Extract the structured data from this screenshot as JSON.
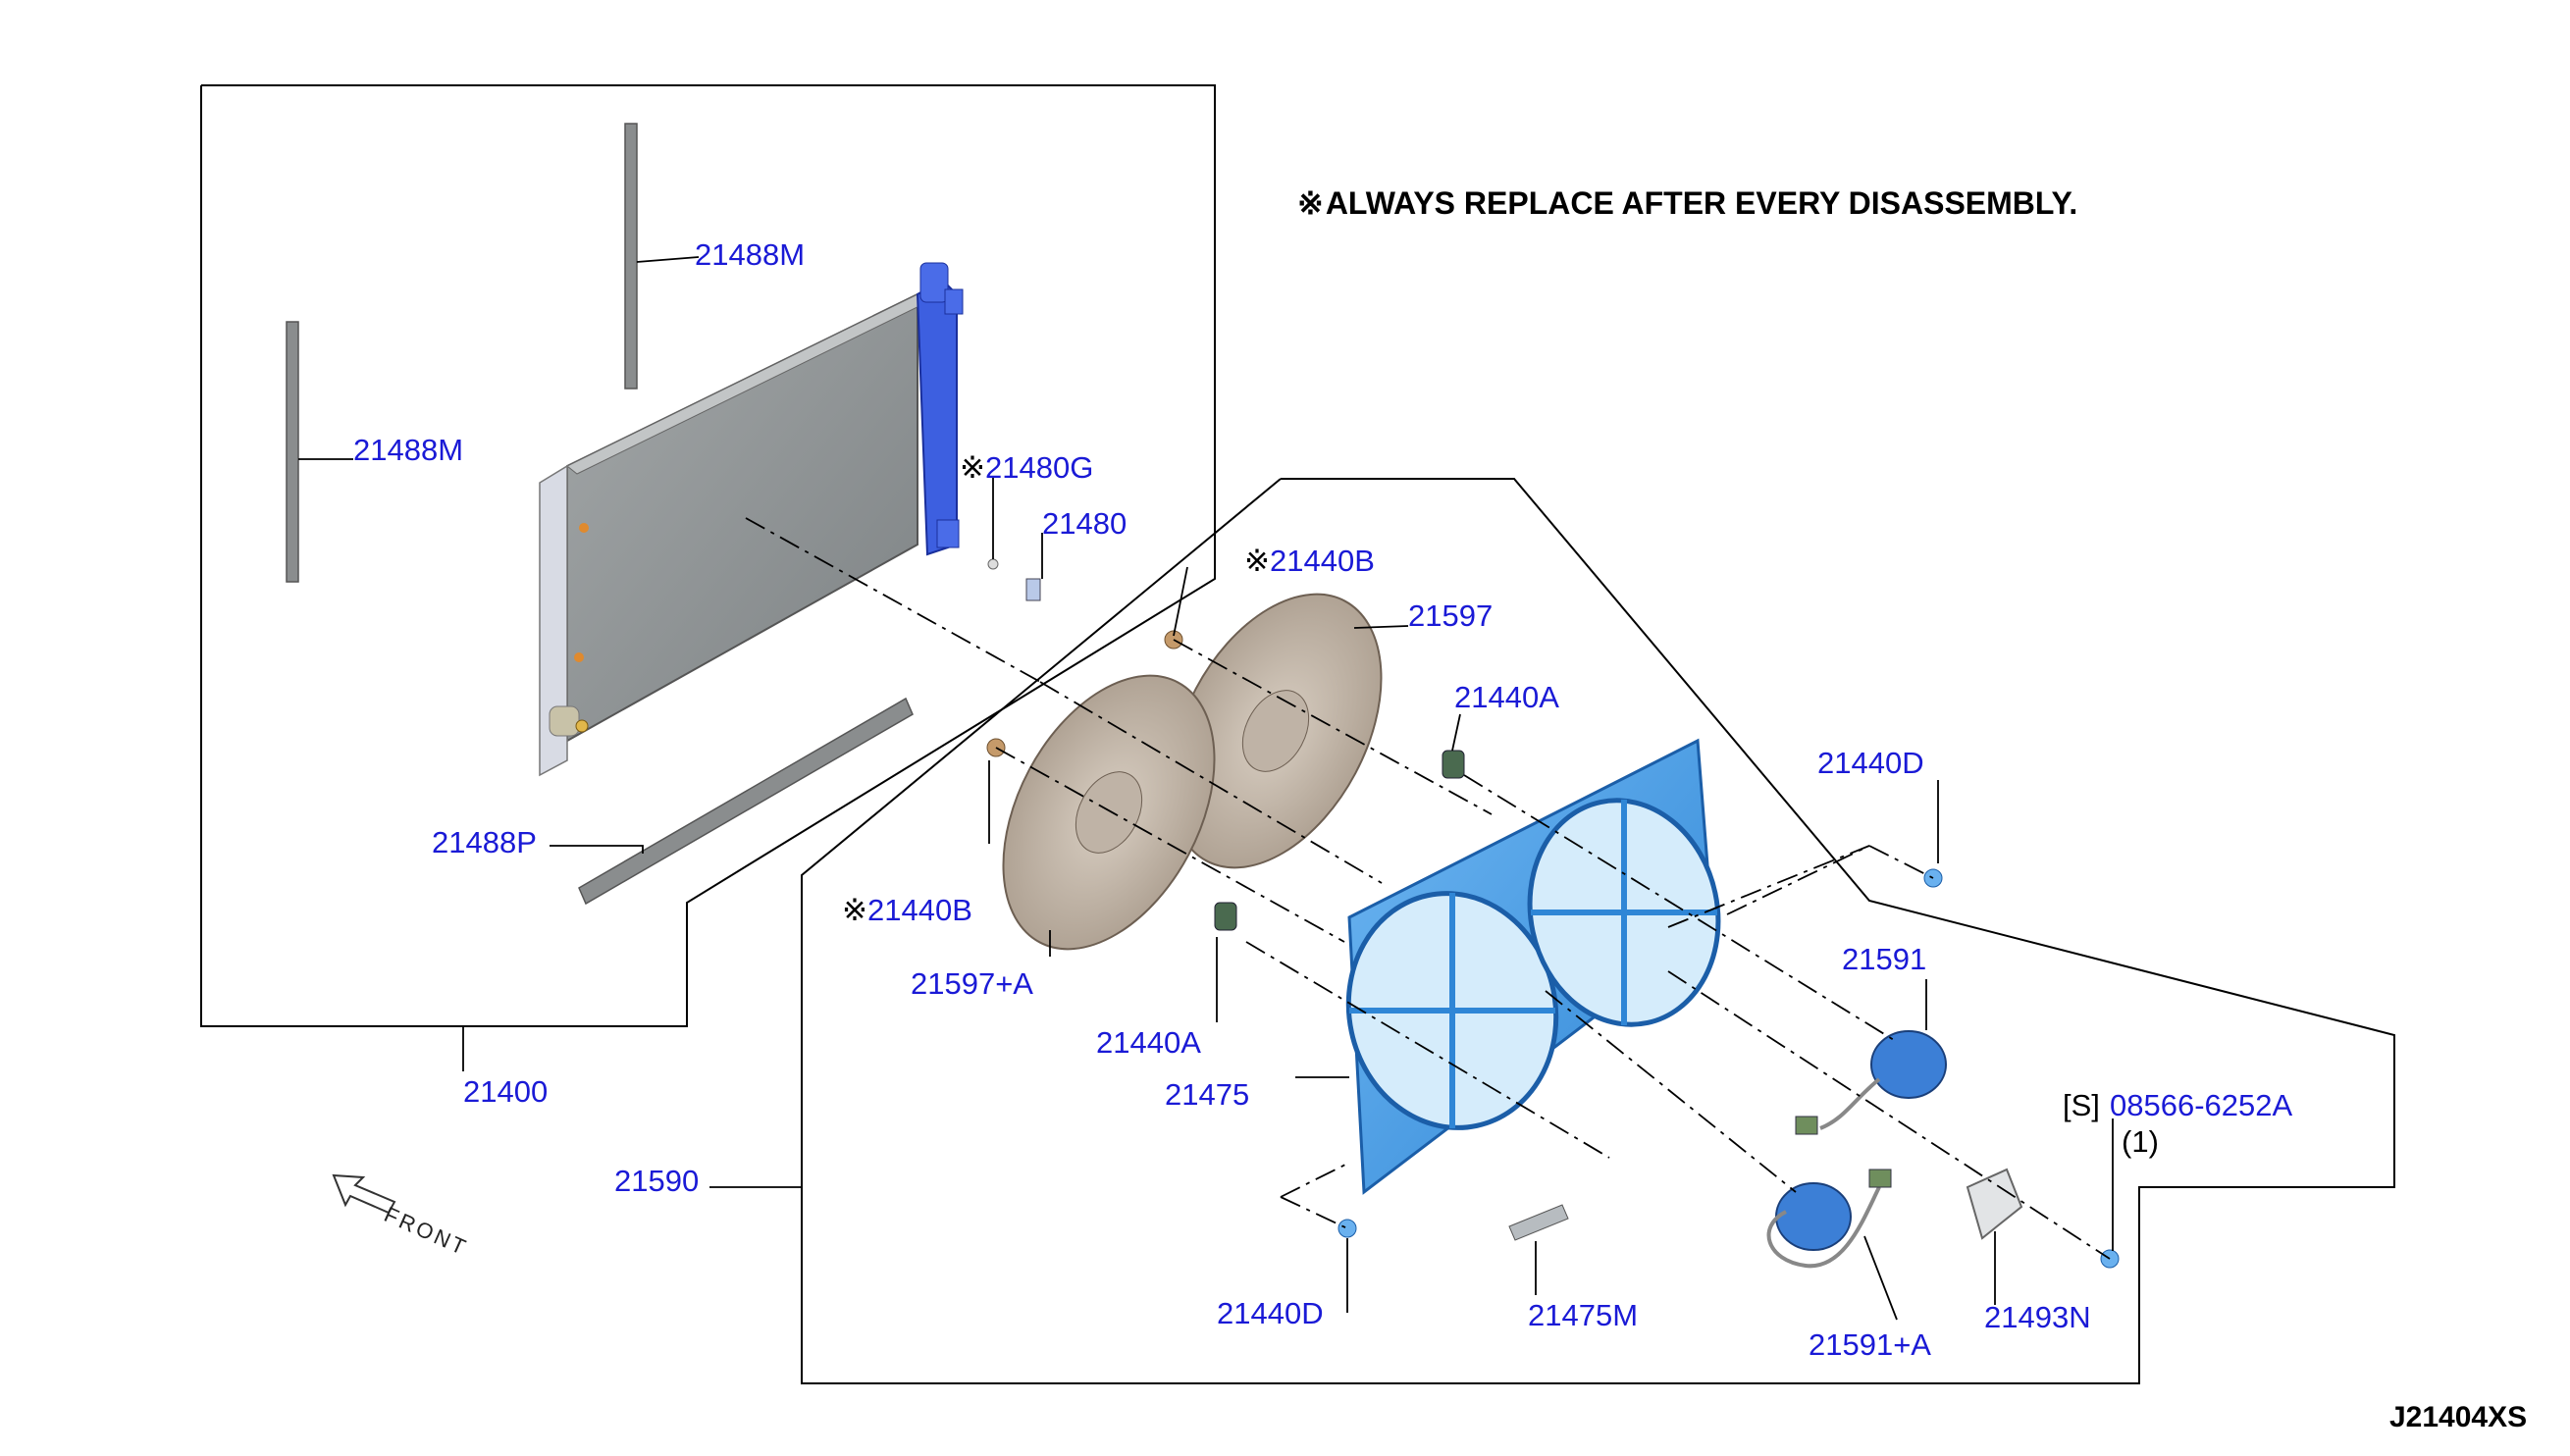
{
  "note": {
    "symbol": "※",
    "text": "ALWAYS REPLACE AFTER EVERY DISASSEMBLY."
  },
  "drawing_code": "J21404XS",
  "front_label": "FRONT",
  "labels": {
    "p21488m_top": "21488M",
    "p21488m_left": "21488M",
    "p21480g_mark": "※",
    "p21480g": "21480G",
    "p21480": "21480",
    "p21440b_top_mark": "※",
    "p21440b_top": "21440B",
    "p21597": "21597",
    "p21440a_right": "21440A",
    "p21440d_right": "21440D",
    "p21488p": "21488P",
    "p21440b_left_mark": "※",
    "p21440b_left": "21440B",
    "p21597a": "21597+A",
    "p21591": "21591",
    "p21440a_left": "21440A",
    "p21475": "21475",
    "bolt_s": "[S]",
    "bolt_number": "08566-6252A",
    "bolt_qty": "(1)",
    "p21400": "21400",
    "p21590": "21590",
    "p21440d_bottom": "21440D",
    "p21475m": "21475M",
    "p21591a": "21591+A",
    "p21493n": "21493N"
  }
}
